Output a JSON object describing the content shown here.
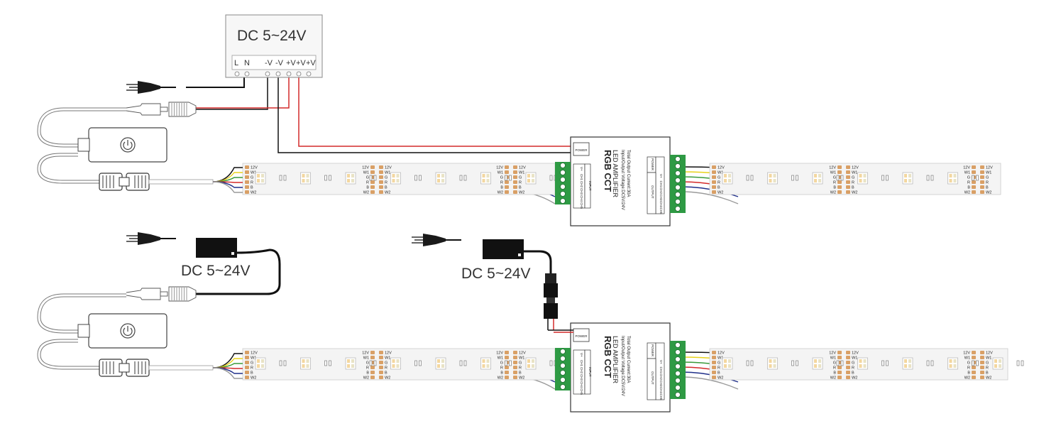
{
  "power_supply_box": {
    "title": "DC 5~24V",
    "terminals": [
      "L",
      "N",
      "-V",
      "-V",
      "+V",
      "+V",
      "+V"
    ]
  },
  "adapter_label": "DC 5~24V",
  "amplifier": {
    "title": "RGB CCT",
    "subtitle": "LED AMPLIFIER",
    "spec_voltage": "Input/Output Voltage:DC5V/24V",
    "spec_current": "Total Output Current:30A",
    "input_label": "INPUT",
    "output_label": "OUTPUT",
    "power_label": "POWER",
    "channels": [
      "V+",
      "CH1",
      "CH2",
      "CH3",
      "CH4",
      "CH5"
    ]
  },
  "strip": {
    "pad_labels_left": [
      "12V",
      "W1",
      "G",
      "R",
      "B",
      "W2"
    ],
    "pad_labels_right": [
      "12V",
      "W1",
      "G",
      "R",
      "B",
      "W2"
    ]
  },
  "colors": {
    "wire_black": "#111111",
    "wire_red": "#d42a2a",
    "wire_yellow": "#e8d21a",
    "wire_green": "#3a9a3a",
    "wire_blue": "#1f2f8a",
    "wire_gray": "#9a9a9a",
    "terminal_green": "#2e9a44",
    "pad_copper": "#d9a066"
  }
}
